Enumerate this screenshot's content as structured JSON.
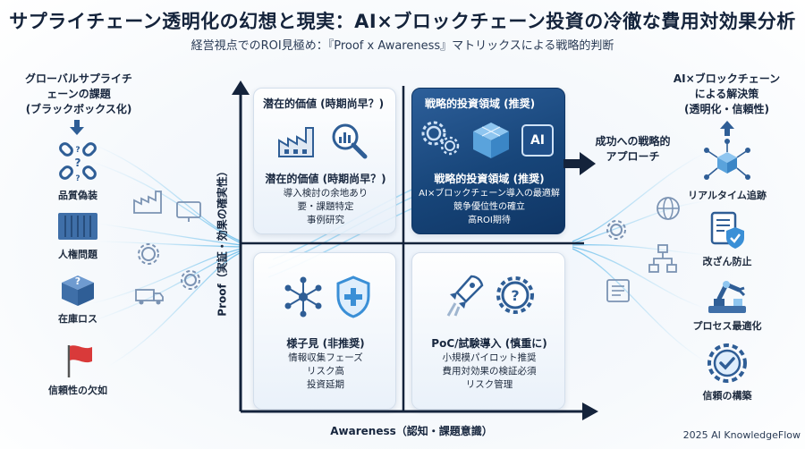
{
  "header": {
    "title": "サプライチェーン透明化の幻想と現実：AI×ブロックチェーン投資の冷徹な費用対効果分析",
    "subtitle": "経営視点でのROI見極め：『Proof x Awareness』マトリックスによる戦略的判断"
  },
  "left": {
    "heading_line1": "グローバルサプライチ",
    "heading_line2": "ェーンの課題",
    "heading_line3": "(ブラックボックス化)",
    "items": [
      {
        "label": "品質偽装",
        "icon": "broken-chain-icon"
      },
      {
        "label": "人権問題",
        "icon": "shipping-container-icon"
      },
      {
        "label": "在庫ロス",
        "icon": "question-box-icon"
      },
      {
        "label": "信頼性の欠如",
        "icon": "red-flag-icon"
      }
    ]
  },
  "right": {
    "heading_line1": "AI×ブロックチェーン",
    "heading_line2": "による解決策",
    "heading_line3": "(透明化・信頼性)",
    "items": [
      {
        "label": "リアルタイム追跡",
        "icon": "network-cube-icon"
      },
      {
        "label": "改ざん防止",
        "icon": "shield-document-icon"
      },
      {
        "label": "プロセス最適化",
        "icon": "robot-arm-icon"
      },
      {
        "label": "信頼の構築",
        "icon": "check-gear-icon"
      }
    ]
  },
  "matrix": {
    "y_axis": "Proof（実証・効果の確実性）",
    "x_axis": "Awareness（認知・課題意識）",
    "top_left": {
      "head": "潜在的価値 (時期尚早？)",
      "title": "潜在的価値 (時期尚早？)",
      "line1": "導入検討の余地あり",
      "line2": "要・課題特定",
      "line3": "事例研究"
    },
    "top_right": {
      "head": "戦略的投資領域 (推奨)",
      "title": "戦略的投資領域 (推奨)",
      "line1": "AI×ブロックチェーン導入の最適解",
      "line2": "競争優位性の確立",
      "line3": "高ROI期待",
      "chip": "AI"
    },
    "bottom_left": {
      "title": "様子見 (非推奨)",
      "line1": "情報収集フェーズ",
      "line2": "リスク高",
      "line3": "投資延期"
    },
    "bottom_right": {
      "title": "PoC/試験導入 (慎重に)",
      "line1": "小規模パイロット推奨",
      "line2": "費用対効果の検証必須",
      "line3": "リスク管理"
    }
  },
  "flow": {
    "line1": "成功への戦略的",
    "line2": "アプローチ"
  },
  "footer": {
    "credit": "2025 AI KnowledgeFlow"
  },
  "colors": {
    "primary_dark": "#14233b",
    "strategic_blue": "#174579",
    "flow_cyan": "#4fb3e8",
    "flag_red": "#d93a3a",
    "icon_blue": "#2f5e96"
  }
}
